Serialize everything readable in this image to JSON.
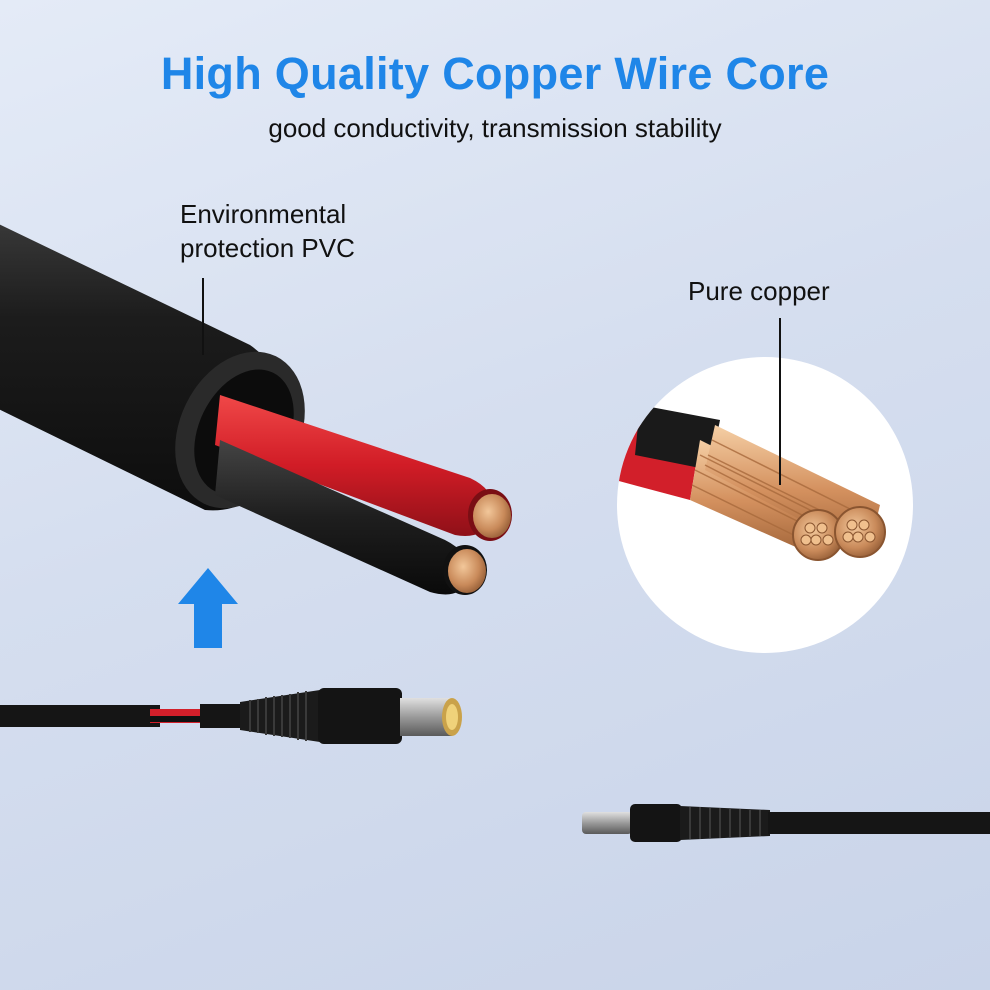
{
  "heading": {
    "title": "High Quality Copper Wire Core",
    "subtitle": "good conductivity, transmission stability"
  },
  "callouts": {
    "pvc_line1": "Environmental",
    "pvc_line2": "protection PVC",
    "copper": "Pure copper"
  },
  "colors": {
    "title": "#1f86e8",
    "arrow": "#1f86e8",
    "cable_jacket": "#1a1a1a",
    "red_wire": "#d4202a",
    "copper": "#c8865a"
  },
  "icons": {
    "up_arrow": "up-arrow-icon"
  }
}
